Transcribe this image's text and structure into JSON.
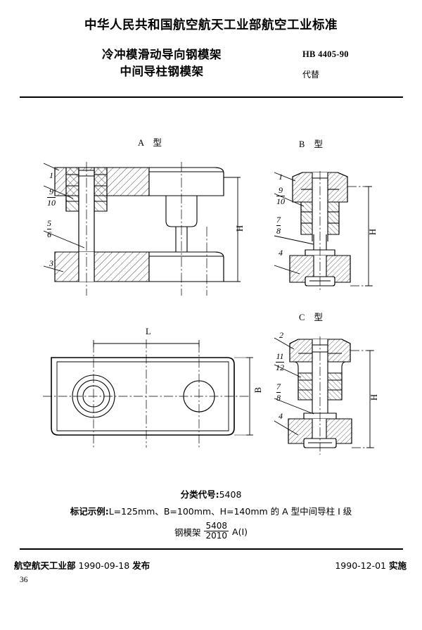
{
  "header": {
    "issuer_title": "中华人民共和国航空航天工业部航空工业标准",
    "subtitle_line1": "冷冲模滑动导向钢模架",
    "subtitle_line2": "中间导柱钢模架",
    "standard_no": "HB 4405-90",
    "replaces_label": "代替"
  },
  "figures": {
    "type_a": {
      "caption": "A  型",
      "labels": [
        "1",
        "9",
        "10",
        "5",
        "6",
        "3"
      ],
      "dimension": "H"
    },
    "type_b": {
      "caption": "B  型",
      "labels": [
        "1",
        "9",
        "10",
        "7",
        "8",
        "4"
      ],
      "dimension": "H"
    },
    "type_c": {
      "caption": "C  型",
      "labels": [
        "2",
        "11",
        "12",
        "7",
        "8",
        "4"
      ],
      "dimension": "H"
    },
    "plan_view": {
      "dimension_length": "L",
      "dimension_width": "B"
    }
  },
  "notes": {
    "class_code_label": "分类代号:",
    "class_code_value": "5408",
    "marking_label": "标记示例:",
    "marking_spec": "L=125mm、B=100mm、H=140mm 的 A 型中间导柱 I 级",
    "marking_product": "钢模架",
    "marking_numerator": "5408",
    "marking_denominator": "2010",
    "marking_suffix": "A(I)"
  },
  "footer": {
    "issuer": "航空航天工业部",
    "issue_date": "1990-09-18",
    "issue_verb": "发布",
    "effective_date": "1990-12-01",
    "effective_verb": "实施",
    "page_number": "36"
  },
  "colors": {
    "ink": "#000000",
    "paper": "#ffffff"
  }
}
